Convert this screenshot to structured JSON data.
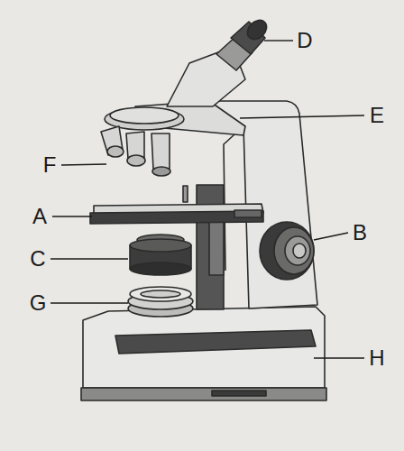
{
  "diagram": {
    "labels": [
      "D",
      "E",
      "F",
      "A",
      "B",
      "C",
      "G",
      "H"
    ]
  }
}
